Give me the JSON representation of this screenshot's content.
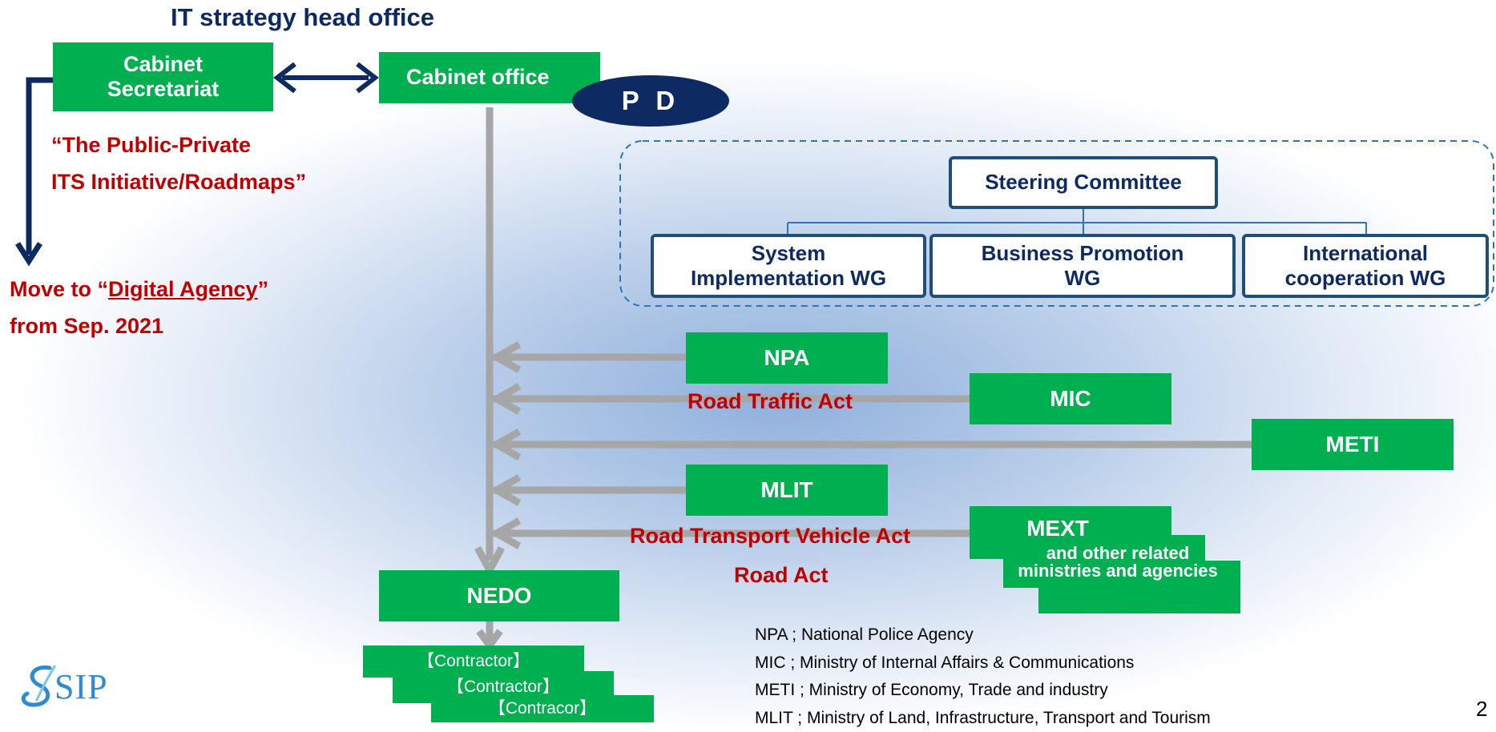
{
  "header": {
    "title": "IT strategy head office"
  },
  "boxes": {
    "cabinet_secretariat": "Cabinet\nSecretariat",
    "cabinet_office": "Cabinet office",
    "pd": "P D",
    "npa": "NPA",
    "mic": "MIC",
    "meti": "METI",
    "mlit": "MLIT",
    "mext": "MEXT",
    "mext_sub": "and other related\nministries and agencies",
    "nedo": "NEDO",
    "contractor_1": "【Contractor】",
    "contractor_2": "【Contractor】",
    "contractor_3": "【Contracor】"
  },
  "committee": {
    "steering": "Steering Committee",
    "wg_system": "System\nImplementation WG",
    "wg_business": "Business Promotion\nWG",
    "wg_international": "International\ncooperation WG"
  },
  "notes": {
    "initiative_line1": "“The Public-Private",
    "initiative_line2": "ITS Initiative/Roadmaps”",
    "move_prefix": "Move to “",
    "move_link": "Digital Agency",
    "move_suffix": "”",
    "move_date": "from Sep. 2021"
  },
  "acts": {
    "road_traffic": "Road Traffic Act",
    "road_transport_vehicle": "Road Transport Vehicle Act",
    "road": "Road Act"
  },
  "legend": [
    "NPA ;  National Police Agency",
    "MIC ;  Ministry of Internal Affairs & Communications",
    "METI ; Ministry of Economy, Trade and industry",
    "MLIT ; Ministry of Land, Infrastructure, Transport and Tourism"
  ],
  "logo": {
    "text": "SIP"
  },
  "page_number": "2",
  "colors": {
    "green": "#00b050",
    "navy": "#0d2a63",
    "red": "#c00000",
    "gray_arrow": "#a6a6a6"
  }
}
